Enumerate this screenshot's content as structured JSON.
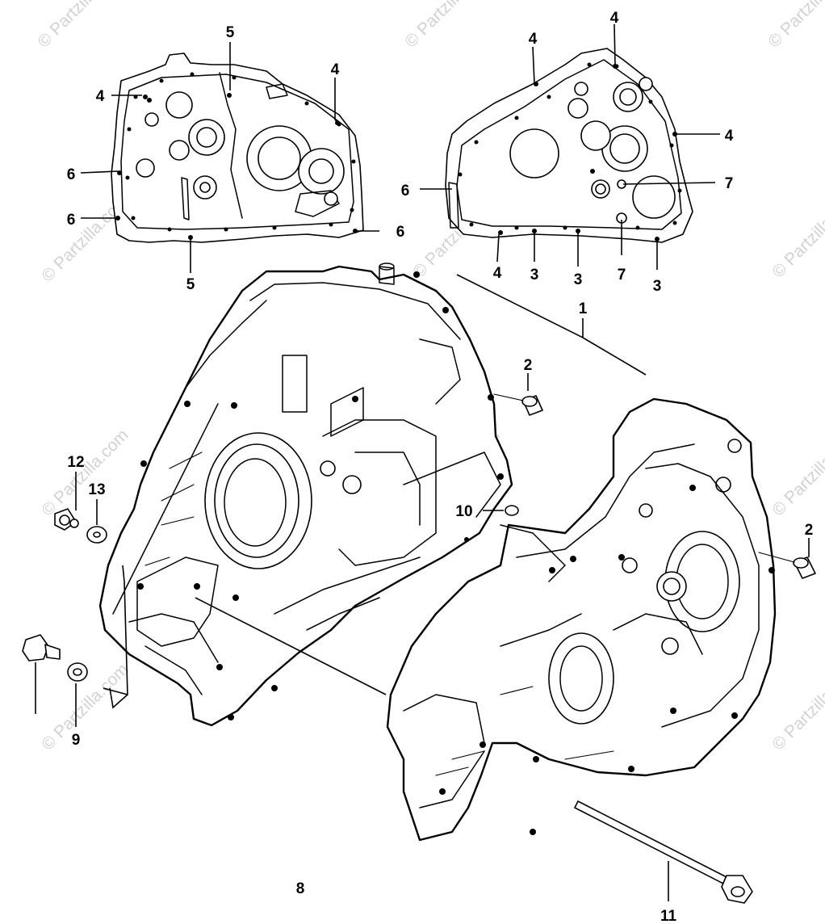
{
  "watermark": {
    "text": "© Partzilla.com",
    "color": "#d2d2d2"
  },
  "callouts": {
    "c1": "1",
    "c2a": "2",
    "c2b": "2",
    "c3a": "3",
    "c3b": "3",
    "c3c": "3",
    "c4a": "4",
    "c4b": "4",
    "c4c": "4",
    "c4d": "4",
    "c4e": "4",
    "c4f": "4",
    "c5a": "5",
    "c5b": "5",
    "c6a": "6",
    "c6b": "6",
    "c6c": "6",
    "c6d": "6",
    "c7a": "7",
    "c7b": "7",
    "c8": "8",
    "c9": "9",
    "c10": "10",
    "c11": "11",
    "c12": "12",
    "c13": "13"
  }
}
